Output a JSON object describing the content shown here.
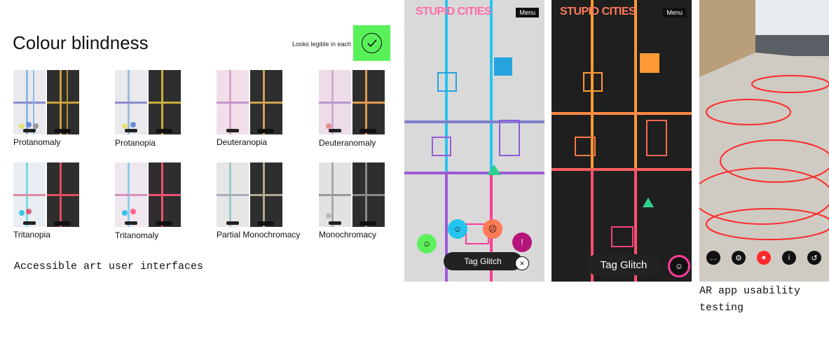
{
  "section": {
    "title": "Colour blindness",
    "legible_note": "Looks legible in each",
    "check_icon": "check-icon",
    "check_color": "#59f159"
  },
  "swatches": [
    {
      "label": "Protanomaly"
    },
    {
      "label": "Protanopia"
    },
    {
      "label": "Deuteranopia"
    },
    {
      "label": "Deuteranomaly"
    },
    {
      "label": "Tritanopia"
    },
    {
      "label": "Tritanomaly"
    },
    {
      "label": "Partial Monochromacy"
    },
    {
      "label": "Monochromacy"
    }
  ],
  "captions": {
    "left": "Accessible art user interfaces",
    "right": "AR app usability testing"
  },
  "app": {
    "title": "STUPID CITIES",
    "menu_label": "Menu",
    "tag_button": "Tag Glitch",
    "colors": {
      "pink": "#ff3d9a",
      "cyan": "#25c4f0",
      "purple": "#9a5bd6",
      "green": "#5df05d",
      "orange": "#ff9933"
    }
  },
  "ar_icons": [
    "chat-icon",
    "settings-icon",
    "camera-icon",
    "info-icon",
    "back-icon"
  ]
}
